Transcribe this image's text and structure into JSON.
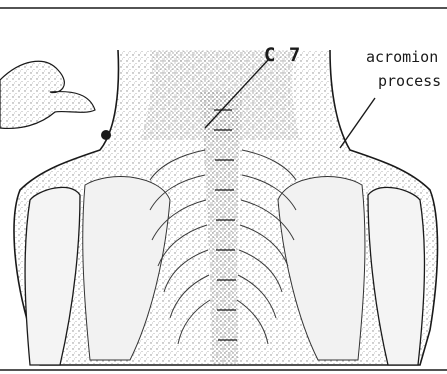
{
  "labels": {
    "c7": "C 7",
    "acromion_line1": "acromion",
    "acromion_line2": "process"
  },
  "colors": {
    "ink": "#1a1a1a",
    "stipple": "#8a8a8a",
    "paper": "#ffffff"
  }
}
